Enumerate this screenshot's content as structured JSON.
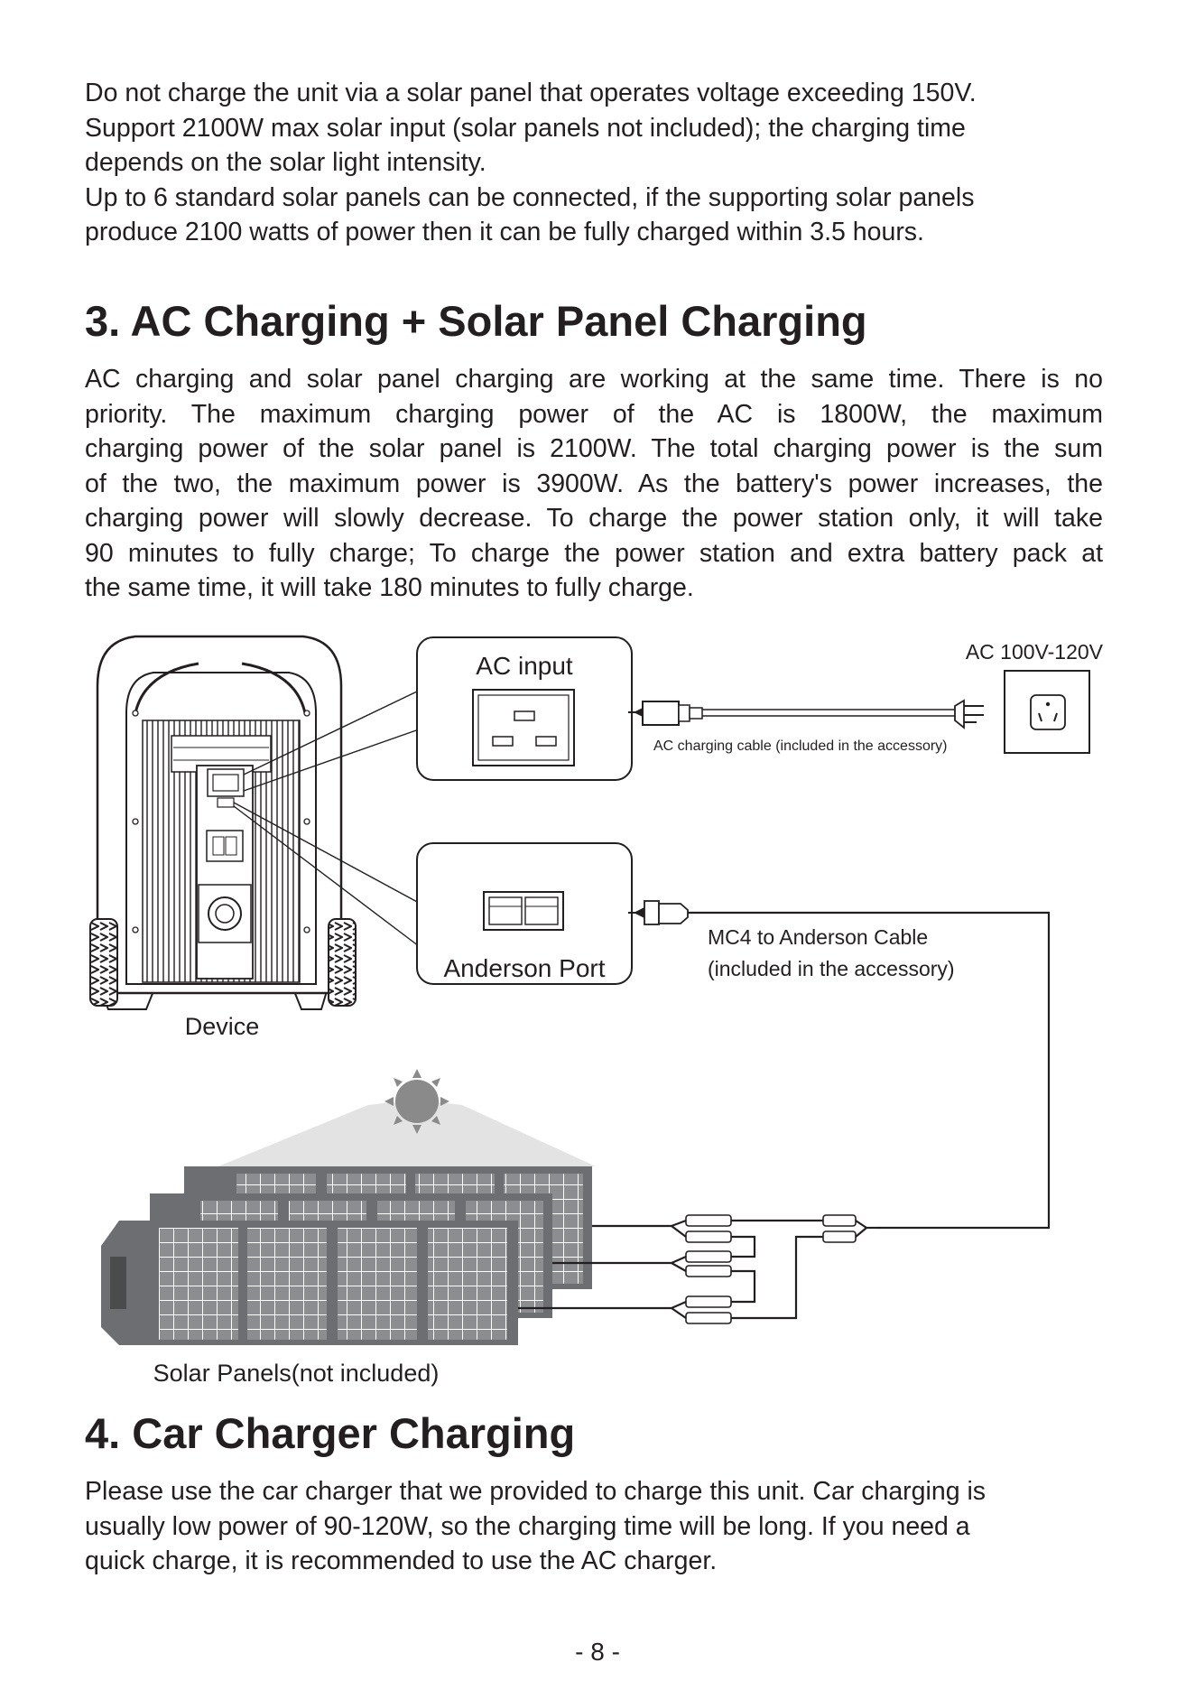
{
  "intro": {
    "lines": [
      "Do not charge the unit via a solar panel that operates voltage exceeding 150V.",
      "Support 2100W max solar input (solar panels not included); the charging time",
      "depends on the solar light intensity.",
      "Up to 6 standard solar panels can be connected, if the supporting solar panels",
      "produce 2100 watts of power then it can be fully charged within 3.5 hours."
    ]
  },
  "section3": {
    "title": "3. AC Charging + Solar Panel Charging",
    "lines": [
      "AC charging and solar panel charging are working at the same time. There is no",
      "priority. The maximum charging power of the AC is 1800W, the maximum",
      "charging power of the solar panel is 2100W. The total charging power is the sum",
      "of the two, the maximum power is 3900W. As the battery's power increases, the",
      "charging power will slowly decrease. To charge the power station only, it will take",
      "90 minutes to fully charge; To charge the power station and extra battery pack at",
      "the same time, it will take 180 minutes to fully charge."
    ]
  },
  "diagram": {
    "ac_input_label": "AC input",
    "ac_voltage_label": "AC 100V-120V",
    "ac_cable_label": "AC charging cable (included in the accessory)",
    "anderson_port_label": "Anderson Port",
    "mc4_cable_label_line1": "MC4 to Anderson Cable",
    "mc4_cable_label_line2": "(included in the accessory)",
    "device_label": "Device",
    "solar_panels_label": "Solar Panels(not included)"
  },
  "section4": {
    "title": "4. Car Charger Charging",
    "lines": [
      "Please use the car charger that we provided to charge this unit. Car charging is",
      "usually low power of 90-120W, so the charging time will be long. If you need a",
      "quick charge, it is recommended to use the AC charger."
    ]
  },
  "footer": {
    "page_number": "- 8 -"
  },
  "colors": {
    "text": "#231f20",
    "panel_frame": "#6d6e71",
    "panel_cell": "#8c8d90",
    "sun": "#8a8a8a"
  }
}
